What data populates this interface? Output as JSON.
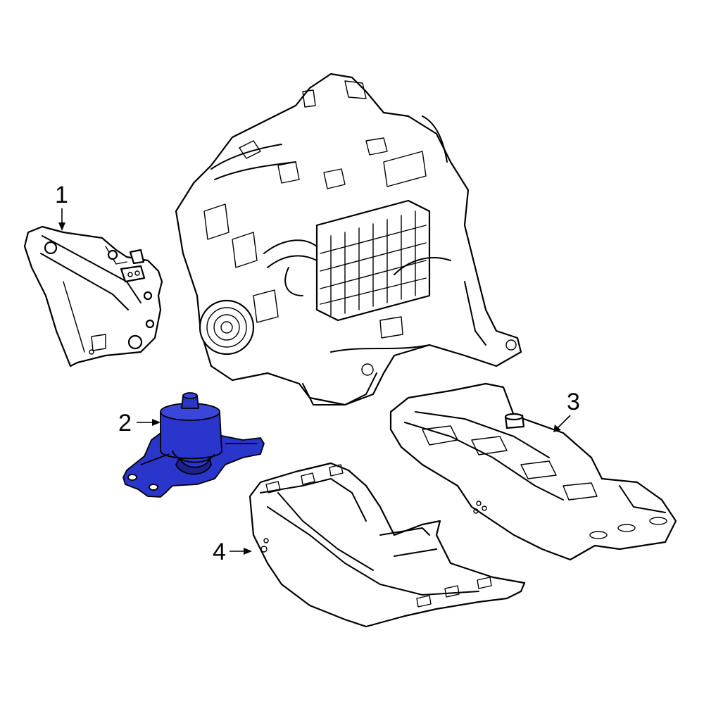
{
  "diagram": {
    "colors": {
      "highlight": "#2a35c9",
      "highlight_dark": "#1a2290",
      "line": "#000000",
      "background": "#ffffff"
    },
    "callouts": [
      {
        "id": "1",
        "label": "1"
      },
      {
        "id": "2",
        "label": "2"
      },
      {
        "id": "3",
        "label": "3"
      },
      {
        "id": "4",
        "label": "4"
      }
    ]
  }
}
